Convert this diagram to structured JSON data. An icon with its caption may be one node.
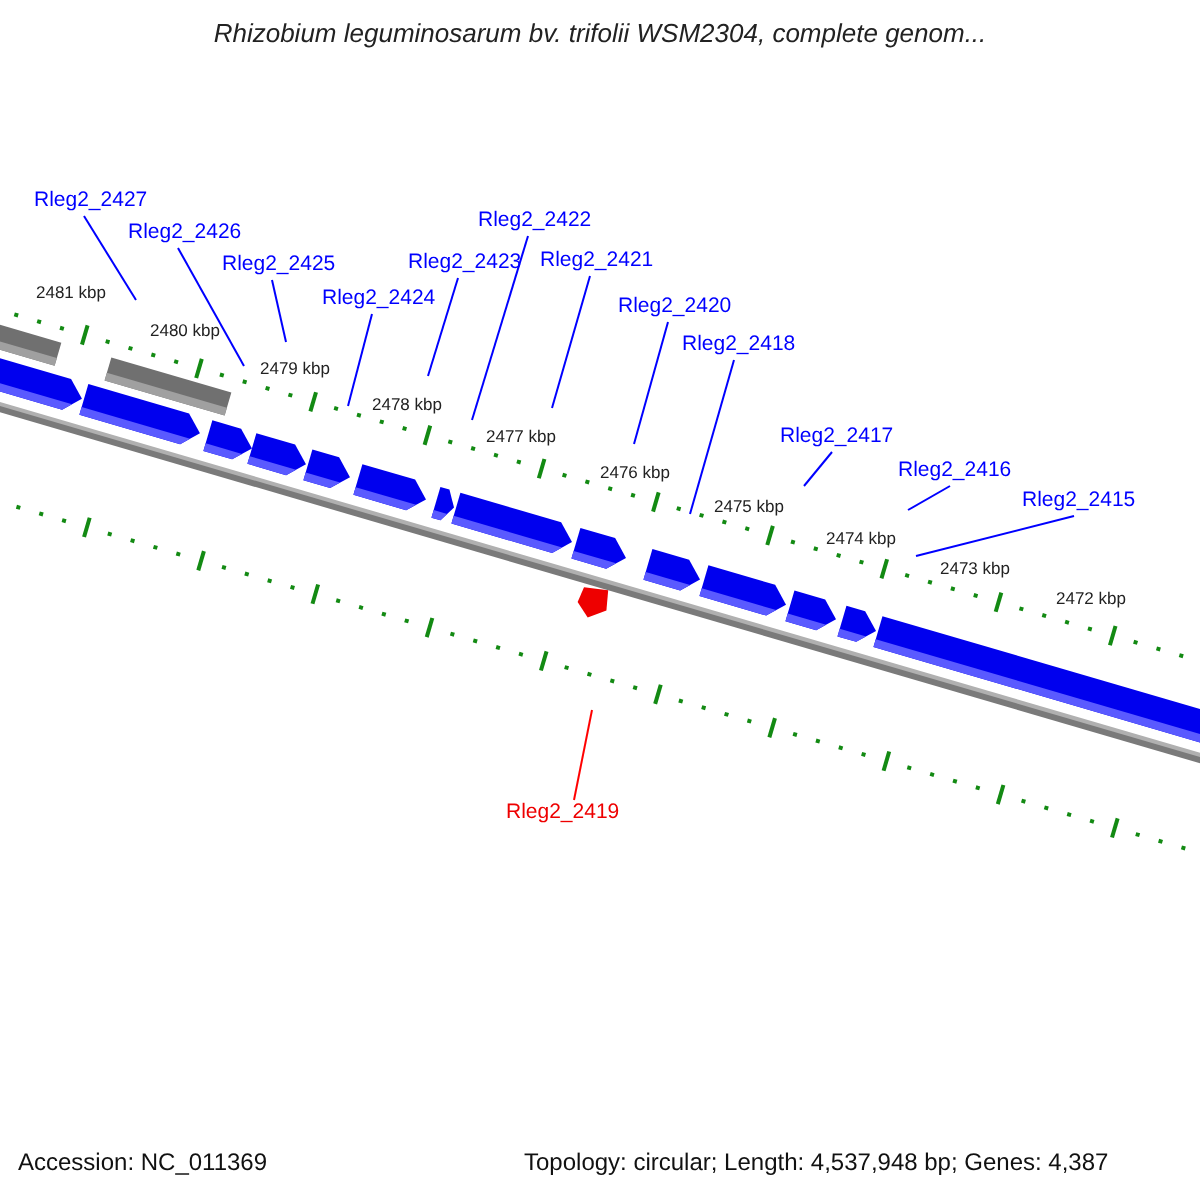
{
  "diagram": {
    "title": "Rhizobium leguminosarum bv. trifolii WSM2304, complete genom...",
    "nodes": [
      {
        "text": [
          "Rleg2_2427"
        ]
      },
      {
        "text": [
          "Rleg2_2426"
        ]
      },
      {
        "text": [
          "Rleg2_2425"
        ]
      },
      {
        "text": [
          "Rleg2_2424"
        ]
      },
      {
        "text": [
          "Rleg2_2423"
        ]
      },
      {
        "text": [
          "Rleg2_2422"
        ]
      },
      {
        "text": [
          "Rleg2_2421"
        ]
      },
      {
        "text": [
          "Rleg2_2420"
        ]
      },
      {
        "text": [
          "Rleg2_2418"
        ]
      },
      {
        "text": [
          "Rleg2_2417"
        ]
      },
      {
        "text": [
          "Rleg2_2416"
        ]
      },
      {
        "text": [
          "Rleg2_2415"
        ]
      },
      {
        "text": [
          "Rleg2_2419"
        ]
      }
    ],
    "edges": [
      {
        "from": 0,
        "to": null,
        "arrow": "none"
      },
      {
        "from": 1,
        "to": null,
        "arrow": "none"
      },
      {
        "from": 2,
        "to": null,
        "arrow": "none"
      },
      {
        "from": 3,
        "to": null,
        "arrow": "none"
      },
      {
        "from": 4,
        "to": null,
        "arrow": "none"
      },
      {
        "from": 5,
        "to": null,
        "arrow": "none"
      },
      {
        "from": 6,
        "to": null,
        "arrow": "none"
      },
      {
        "from": 7,
        "to": null,
        "arrow": "none"
      },
      {
        "from": 8,
        "to": null,
        "arrow": "none"
      },
      {
        "from": 9,
        "to": null,
        "arrow": "none"
      },
      {
        "from": 10,
        "to": null,
        "arrow": "none"
      },
      {
        "from": 11,
        "to": null,
        "arrow": "none"
      },
      {
        "from": 12,
        "to": null,
        "arrow": "none",
        "color": "#ff0000"
      }
    ],
    "labels": [
      "2481 kbp",
      "2480 kbp",
      "2479 kbp",
      "2478 kbp",
      "2477 kbp",
      "2476 kbp",
      "2475 kbp",
      "2474 kbp",
      "2473 kbp",
      "2472 kbp",
      "Accession: NC_011369",
      "Topology: circular; Length: 4,537,948 bp; Genes: 4,387"
    ]
  }
}
